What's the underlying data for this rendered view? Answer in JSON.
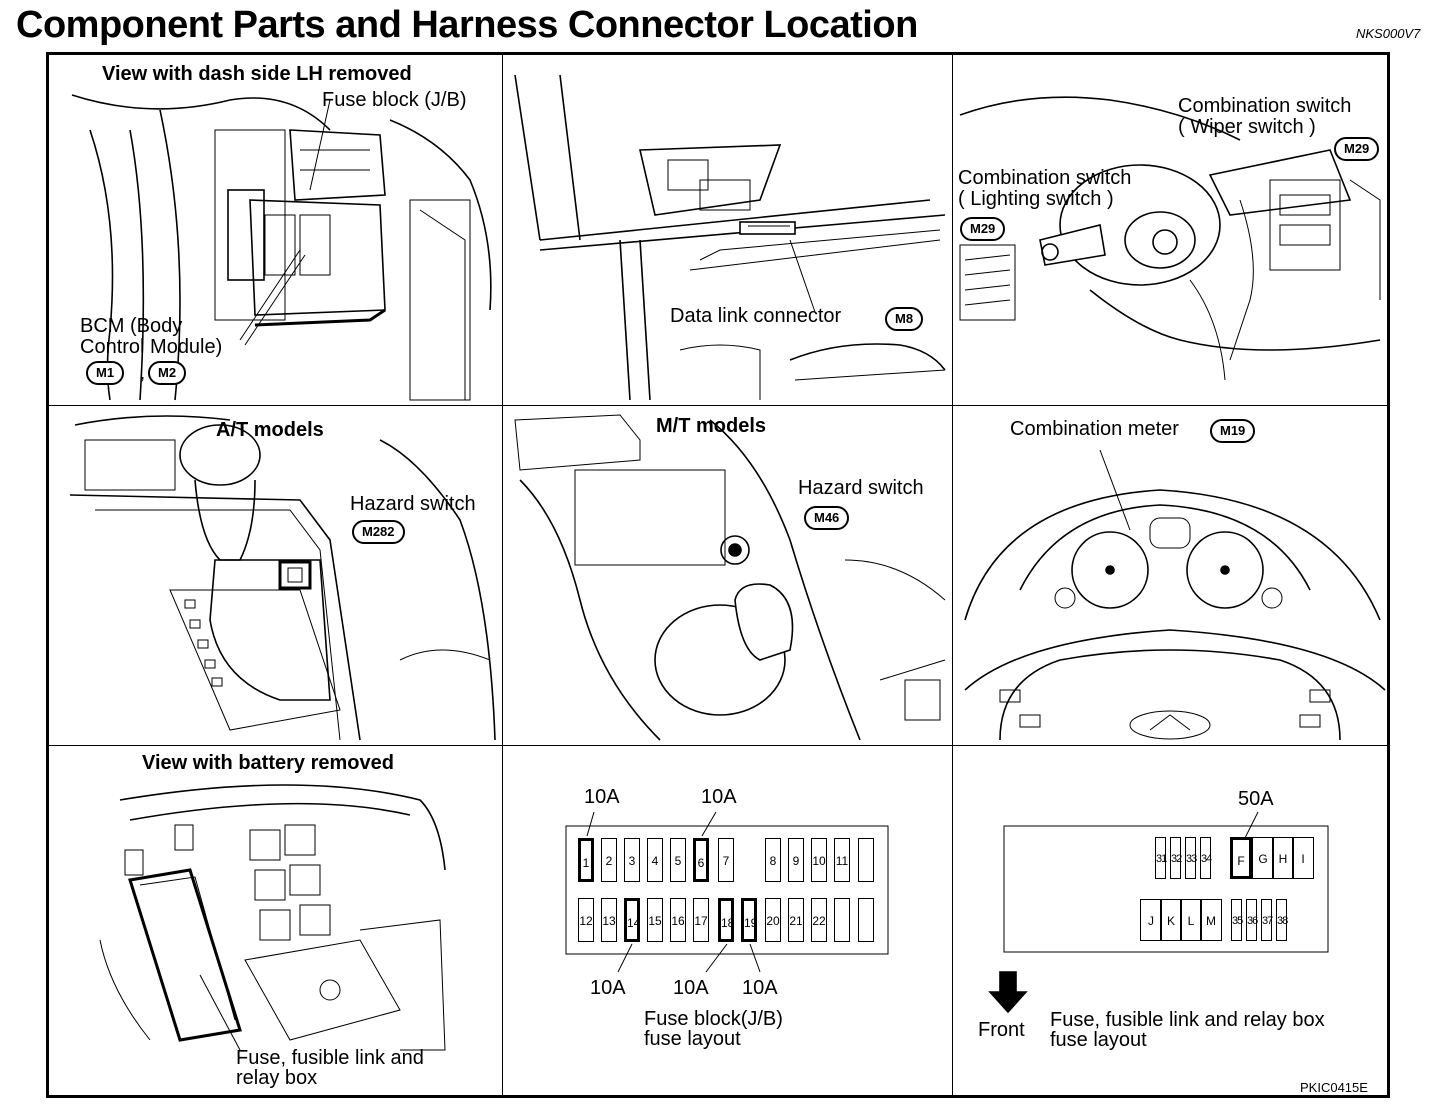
{
  "title": "Component Parts and Harness Connector Location",
  "doc_id": "NKS000V7",
  "figure_code": "PKIC0415E",
  "panels": {
    "p1": {
      "heading": "View with dash side LH removed",
      "fuse_block": "Fuse block (J/B)",
      "bcm_line1": "BCM (Body",
      "bcm_line2": "Control Module)",
      "conn1": "M1",
      "conn_sep": ",",
      "conn2": "M2"
    },
    "p2": {
      "label": "Data link connector",
      "conn": "M8"
    },
    "p3": {
      "wiper_line1": "Combination switch",
      "wiper_line2": "( Wiper switch )",
      "wiper_conn": "M29",
      "light_line1": "Combination switch",
      "light_line2": "( Lighting switch )",
      "light_conn": "M29"
    },
    "p4": {
      "heading": "A/T models",
      "label": "Hazard switch",
      "conn": "M282"
    },
    "p5": {
      "heading": "M/T models",
      "label": "Hazard switch",
      "conn": "M46"
    },
    "p6": {
      "label": "Combination meter",
      "conn": "M19"
    },
    "p7": {
      "heading": "View with battery removed",
      "label_line1": "Fuse, fusible link and",
      "label_line2": "relay box"
    },
    "p8": {
      "top_ratings": [
        "10A",
        "10A"
      ],
      "bottom_ratings": [
        "10A",
        "10A",
        "10A"
      ],
      "row1": [
        "1",
        "2",
        "3",
        "4",
        "5",
        "6",
        "7",
        "",
        "8",
        "9",
        "10",
        "11",
        ""
      ],
      "row2": [
        "12",
        "13",
        "14",
        "15",
        "16",
        "17",
        "18",
        "19",
        "20",
        "21",
        "22",
        "",
        ""
      ],
      "caption_line1": "Fuse block(J/B)",
      "caption_line2": "fuse layout"
    },
    "p9": {
      "rating": "50A",
      "row1_small": [
        "31",
        "32",
        "33",
        "34"
      ],
      "row1_large": [
        "F",
        "G",
        "H",
        "I"
      ],
      "row2_large": [
        "J",
        "K",
        "L",
        "M"
      ],
      "row2_small": [
        "35",
        "36",
        "37",
        "38"
      ],
      "front_label": "Front",
      "caption_line1": "Fuse, fusible link and relay box",
      "caption_line2": "fuse layout"
    }
  }
}
